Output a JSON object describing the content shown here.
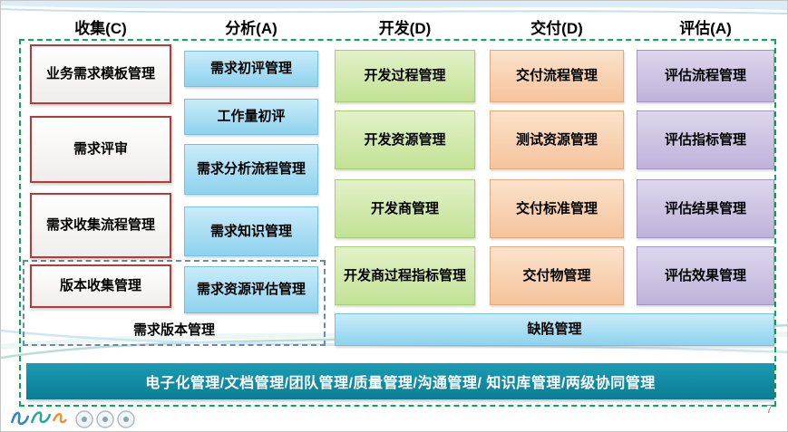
{
  "slide": {
    "page_number": "7"
  },
  "columns": [
    {
      "header": "收集(C)",
      "items": [
        "业务需求模板管理",
        "需求评审",
        "需求收集流程管理",
        "版本收集管理"
      ]
    },
    {
      "header": "分析(A)",
      "items": [
        "需求初评管理",
        "工作量初评",
        "需求分析流程管理",
        "需求知识管理",
        "需求资源评估管理"
      ]
    },
    {
      "header": "开发(D)",
      "items": [
        "开发过程管理",
        "开发资源管理",
        "开发商管理",
        "开发商过程指标管理"
      ]
    },
    {
      "header": "交付(D)",
      "items": [
        "交付流程管理",
        "测试资源管理",
        "交付标准管理",
        "交付物管理"
      ]
    },
    {
      "header": "评估(A)",
      "items": [
        "评估流程管理",
        "评估指标管理",
        "评估结果管理",
        "评估效果管理"
      ]
    }
  ],
  "groups": {
    "version_management_label": "需求版本管理"
  },
  "defect_box": {
    "label": "缺陷管理"
  },
  "bottom_bar": {
    "label": "电子化管理/文档管理/团队管理/质量管理/沟通管理/ 知识库管理/两级协同管理"
  },
  "colors": {
    "frame_dash_green": "#00b050",
    "collect_box_border_red": "#b93a32",
    "analysis_box_blue": "#8ed2ee",
    "develop_box_green": "#c2e294",
    "deliver_box_orange": "#f5c39c",
    "evaluate_box_purple": "#bfb2da",
    "defect_box_blue": "#8ed2ee",
    "bottom_bar_teal": "#0c7c94"
  }
}
